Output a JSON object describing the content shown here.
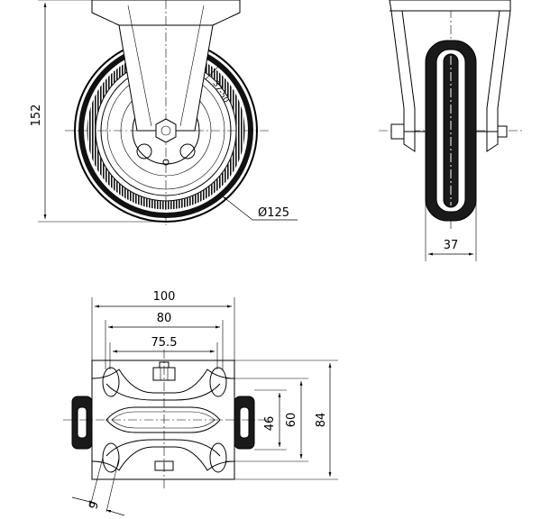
{
  "dimensions": {
    "overall_height": "152",
    "wheel_diameter": "Ø125",
    "wheel_width": "37",
    "plate_width": "100",
    "hole_spacing_x": "80",
    "inner_spacing_x": "75.5",
    "hole_spacing_y_inner": "46",
    "hole_spacing_y": "60",
    "plate_length": "84",
    "slot_width": "9"
  },
  "tire_marking": "37-50",
  "colors": {
    "line": "#000000",
    "fill_dark": "#1a1a1a",
    "background": "#ffffff"
  }
}
